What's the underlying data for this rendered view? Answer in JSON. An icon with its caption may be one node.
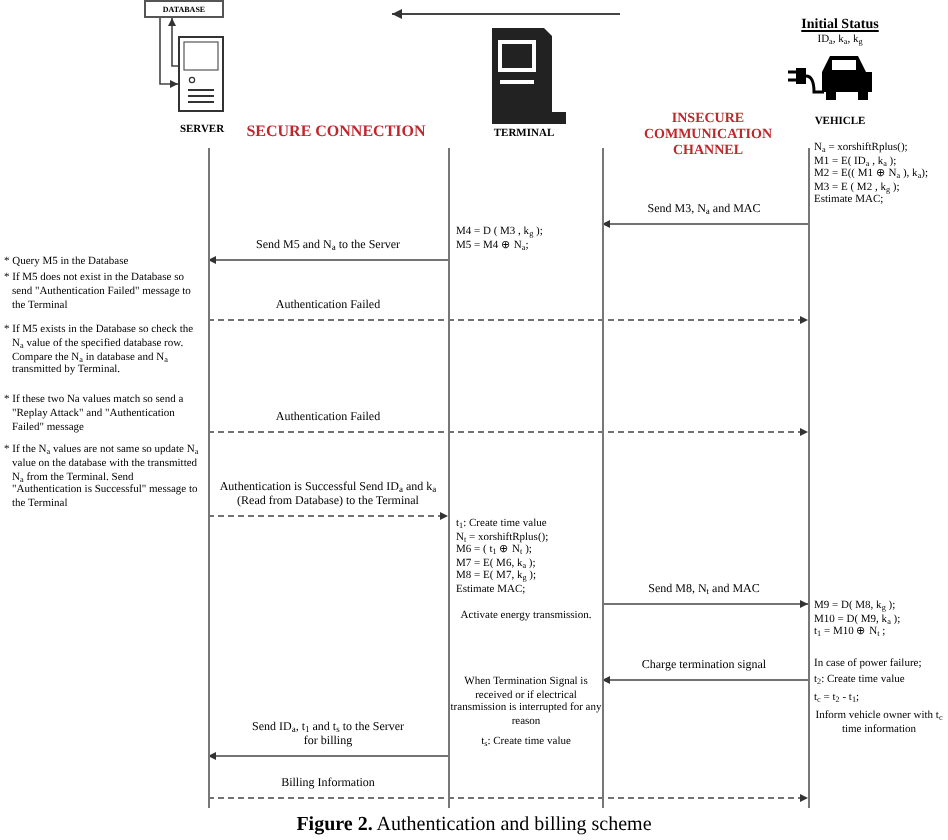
{
  "diagram": {
    "caption": "**Figure 2.** Authentication and billing scheme",
    "nodes": [
      {
        "text": [
          "DATABASE"
        ]
      },
      {
        "text": [],
        "shape": "picture",
        "beside": [
          "SERVER"
        ]
      },
      {
        "text": [],
        "shape": "bar"
      },
      {
        "text": [],
        "shape": "bar"
      },
      {
        "text": [],
        "shape": "bar"
      },
      {
        "text": [],
        "shape": "bar"
      }
    ],
    "edges": [
      {
        "from": 0,
        "to": 1,
        "arrow": "to"
      },
      {
        "from": 1,
        "to": 0,
        "arrow": "to"
      },
      {
        "from": 5,
        "to": 4,
        "arrow": "to",
        "label": "Send M3, N$_{a}$ and MAC"
      },
      {
        "from": 3,
        "to": 2,
        "arrow": "to",
        "label": "Send M5 and N$_{a}$ to the Server"
      },
      {
        "from": 2,
        "to": 5,
        "arrow": "to",
        "label": "Authentication Failed",
        "style": "dashed"
      },
      {
        "from": 2,
        "to": 5,
        "arrow": "to",
        "label": "Authentication Failed",
        "style": "dashed"
      },
      {
        "from": 2,
        "to": 3,
        "arrow": "to",
        "label": "Authentication is Successful Send ID$_{a}$ and k$_{a}$ (Read from Database) to the Terminal",
        "style": "dashed"
      },
      {
        "from": 4,
        "to": 5,
        "arrow": "to",
        "label": "Send M8, N$_{t}$ and MAC"
      },
      {
        "from": 5,
        "to": 4,
        "arrow": "to",
        "label": "Charge termination signal"
      },
      {
        "from": 3,
        "to": 2,
        "arrow": "to",
        "label": "Send ID$_{a}$, t$_{1}$ and t$_{s}$ to the Server for billing"
      },
      {
        "from": 2,
        "to": 5,
        "arrow": "to",
        "label": "Billing Information",
        "style": "dashed"
      }
    ],
    "labels": [
      "Initial Status",
      "ID$_{a}$, k$_{a}$, k$_{g}$",
      "TERMINAL",
      "VEHICLE",
      "SECURE CONNECTION",
      "INSECURE COMMUNICATION CHANNEL",
      "N$_{a}$ = xorshiftRplus();",
      "M1 = E( ID$_{a}$ , k$_{a}$ );",
      "M2 = E(( M1 ⊕ N$_{a}$ ), k$_{a}$);",
      "M3 = E ( M2 , k$_{g}$ );",
      "Estimate MAC;",
      "M4 = D ( M3 , k$_{g}$ );",
      "M5 = M4 ⊕ N$_{a}$;",
      "* Query M5 in the Database",
      "* If M5 does not exist in the Database so send \"Authentication Failed\" message to the Terminal",
      "* If M5 exists in the Database so check the N$_{a}$ value of the specified database row. Compare the N$_{a}$ in database and N$_{a}$ transmitted by Terminal.",
      "* If these two Na values match so send a \"Replay Attack\" and \"Authentication Failed\" message",
      "* If the N$_{a}$ values are not same so update N$_{a}$ value on the database with the transmitted N$_{a}$ from the Terminal. Send \"Authentication is Successful\" message to the Terminal",
      "t$_{1}$: Create time value",
      "N$_{t}$ = xorshiftRplus();",
      "M6 = ( t$_{1}$ ⊕ N$_{t}$ );",
      "M7 = E( M6, k$_{a}$ );",
      "M8 = E( M7, k$_{g}$ );",
      "Estimate MAC;",
      "Activate energy transmission.",
      "When Termination Signal is received or if electrical transmission is interrupted for any reason",
      "t$_{s}$: Create time value",
      "M9 = D( M8, k$_{g}$ );",
      "M10 = D( M9, k$_{a}$ );",
      "t$_{1}$ = M10 ⊕ N$_{t}$ ;",
      "In case of power failure;",
      "t$_{2}$: Create time value",
      "t$_{c}$ = t$_{2}$ - t$_{1}$;",
      "Inform vehicle owner with t$_{c}$ time information"
    ]
  }
}
